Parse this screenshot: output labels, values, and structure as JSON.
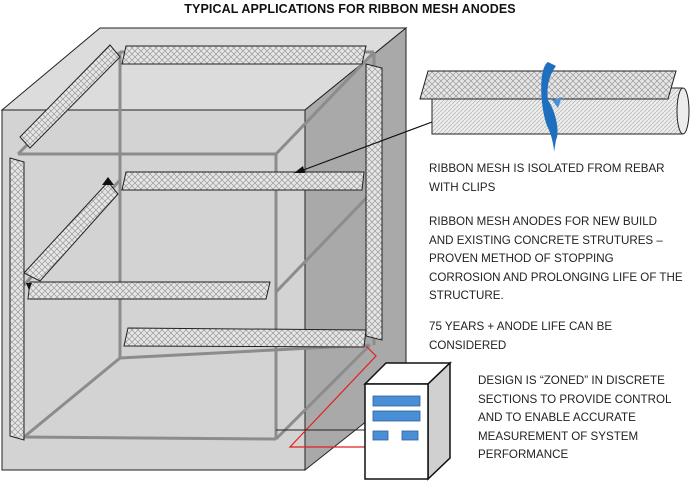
{
  "title": "TYPICAL APPLICATIONS FOR RIBBON MESH ANODES",
  "annotations": {
    "isolated": [
      "RIBBON MESH IS ISOLATED FROM REBAR",
      "WITH CLIPS"
    ],
    "benefits": [
      "RIBBON MESH ANODES FOR NEW BUILD",
      "AND EXISTING CONCRETE STRUTURES –",
      "PROVEN METHOD OF STOPPING",
      "CORROSION AND PROLONGING LIFE OF THE",
      "STRUCTURE."
    ],
    "life": [
      "75 YEARS + ANODE LIFE CAN BE",
      "CONSIDERED"
    ],
    "zoned": [
      "DESIGN IS “ZONED” IN DISCRETE",
      "SECTIONS TO PROVIDE CONTROL",
      "AND TO ENABLE ACCURATE",
      "MEASUREMENT OF SYSTEM",
      "PERFORMANCE"
    ]
  },
  "colors": {
    "concrete_front": "#d3d3d3",
    "concrete_side": "#a9a9a9",
    "concrete_top": "#dcdcdc",
    "rebar": "#8c8c8c",
    "clip": "#1f6fbf",
    "panel_button": "#4a8fd6",
    "wire": "#e02020"
  },
  "icons": {
    "concrete_block": "concrete-block-icon",
    "rebar_detail": "rebar-detail-icon",
    "clip": "clip-icon",
    "control_unit": "control-unit-icon"
  }
}
